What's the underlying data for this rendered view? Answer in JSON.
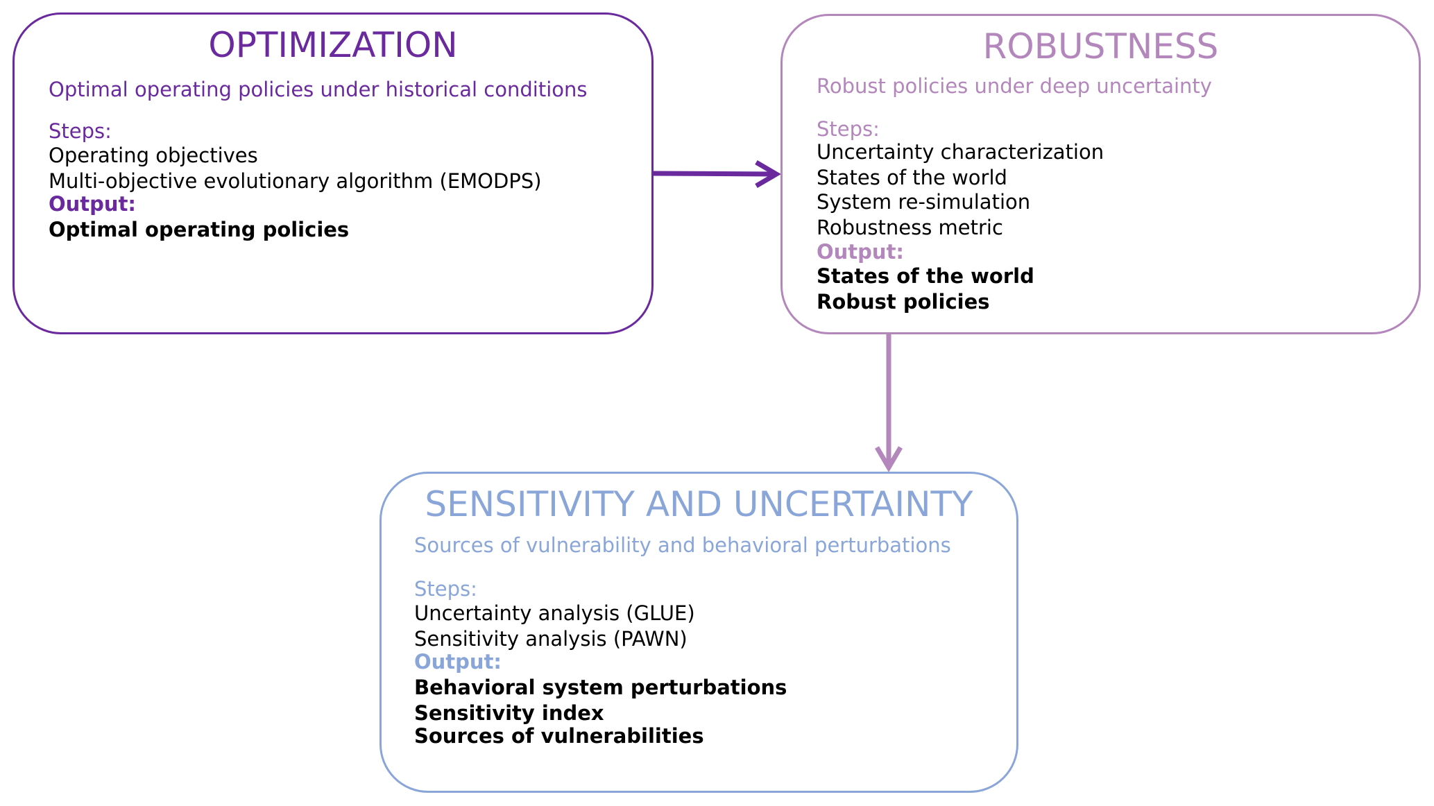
{
  "boxes": {
    "optimization": {
      "title": "OPTIMIZATION",
      "subtitle": "Optimal operating policies under historical conditions",
      "steps_label": "Steps:",
      "steps": [
        "Operating objectives",
        "Multi-objective evolutionary algorithm (EMODPS)"
      ],
      "output_label": "Output:",
      "outputs": [
        "Optimal operating policies"
      ],
      "color": "#6a2a9e"
    },
    "robustness": {
      "title": "ROBUSTNESS",
      "subtitle": "Robust policies under deep uncertainty",
      "steps_label": "Steps:",
      "steps": [
        "Uncertainty characterization",
        "States of the world",
        "System re-simulation",
        "Robustness metric"
      ],
      "output_label": "Output:",
      "outputs": [
        "States of the world",
        "Robust policies"
      ],
      "color": "#b487bc"
    },
    "sensitivity": {
      "title": "SENSITIVITY AND UNCERTAINTY",
      "subtitle": "Sources of vulnerability and behavioral perturbations",
      "steps_label": "Steps:",
      "steps": [
        "Uncertainty analysis (GLUE)",
        "Sensitivity analysis (PAWN)"
      ],
      "output_label": "Output:",
      "outputs": [
        "Behavioral system perturbations",
        "Sensitivity index",
        "Sources of vulnerabilities"
      ],
      "color": "#8aa6d8"
    }
  },
  "connections": [
    {
      "from": "optimization",
      "to": "robustness"
    },
    {
      "from": "robustness",
      "to": "sensitivity"
    }
  ]
}
